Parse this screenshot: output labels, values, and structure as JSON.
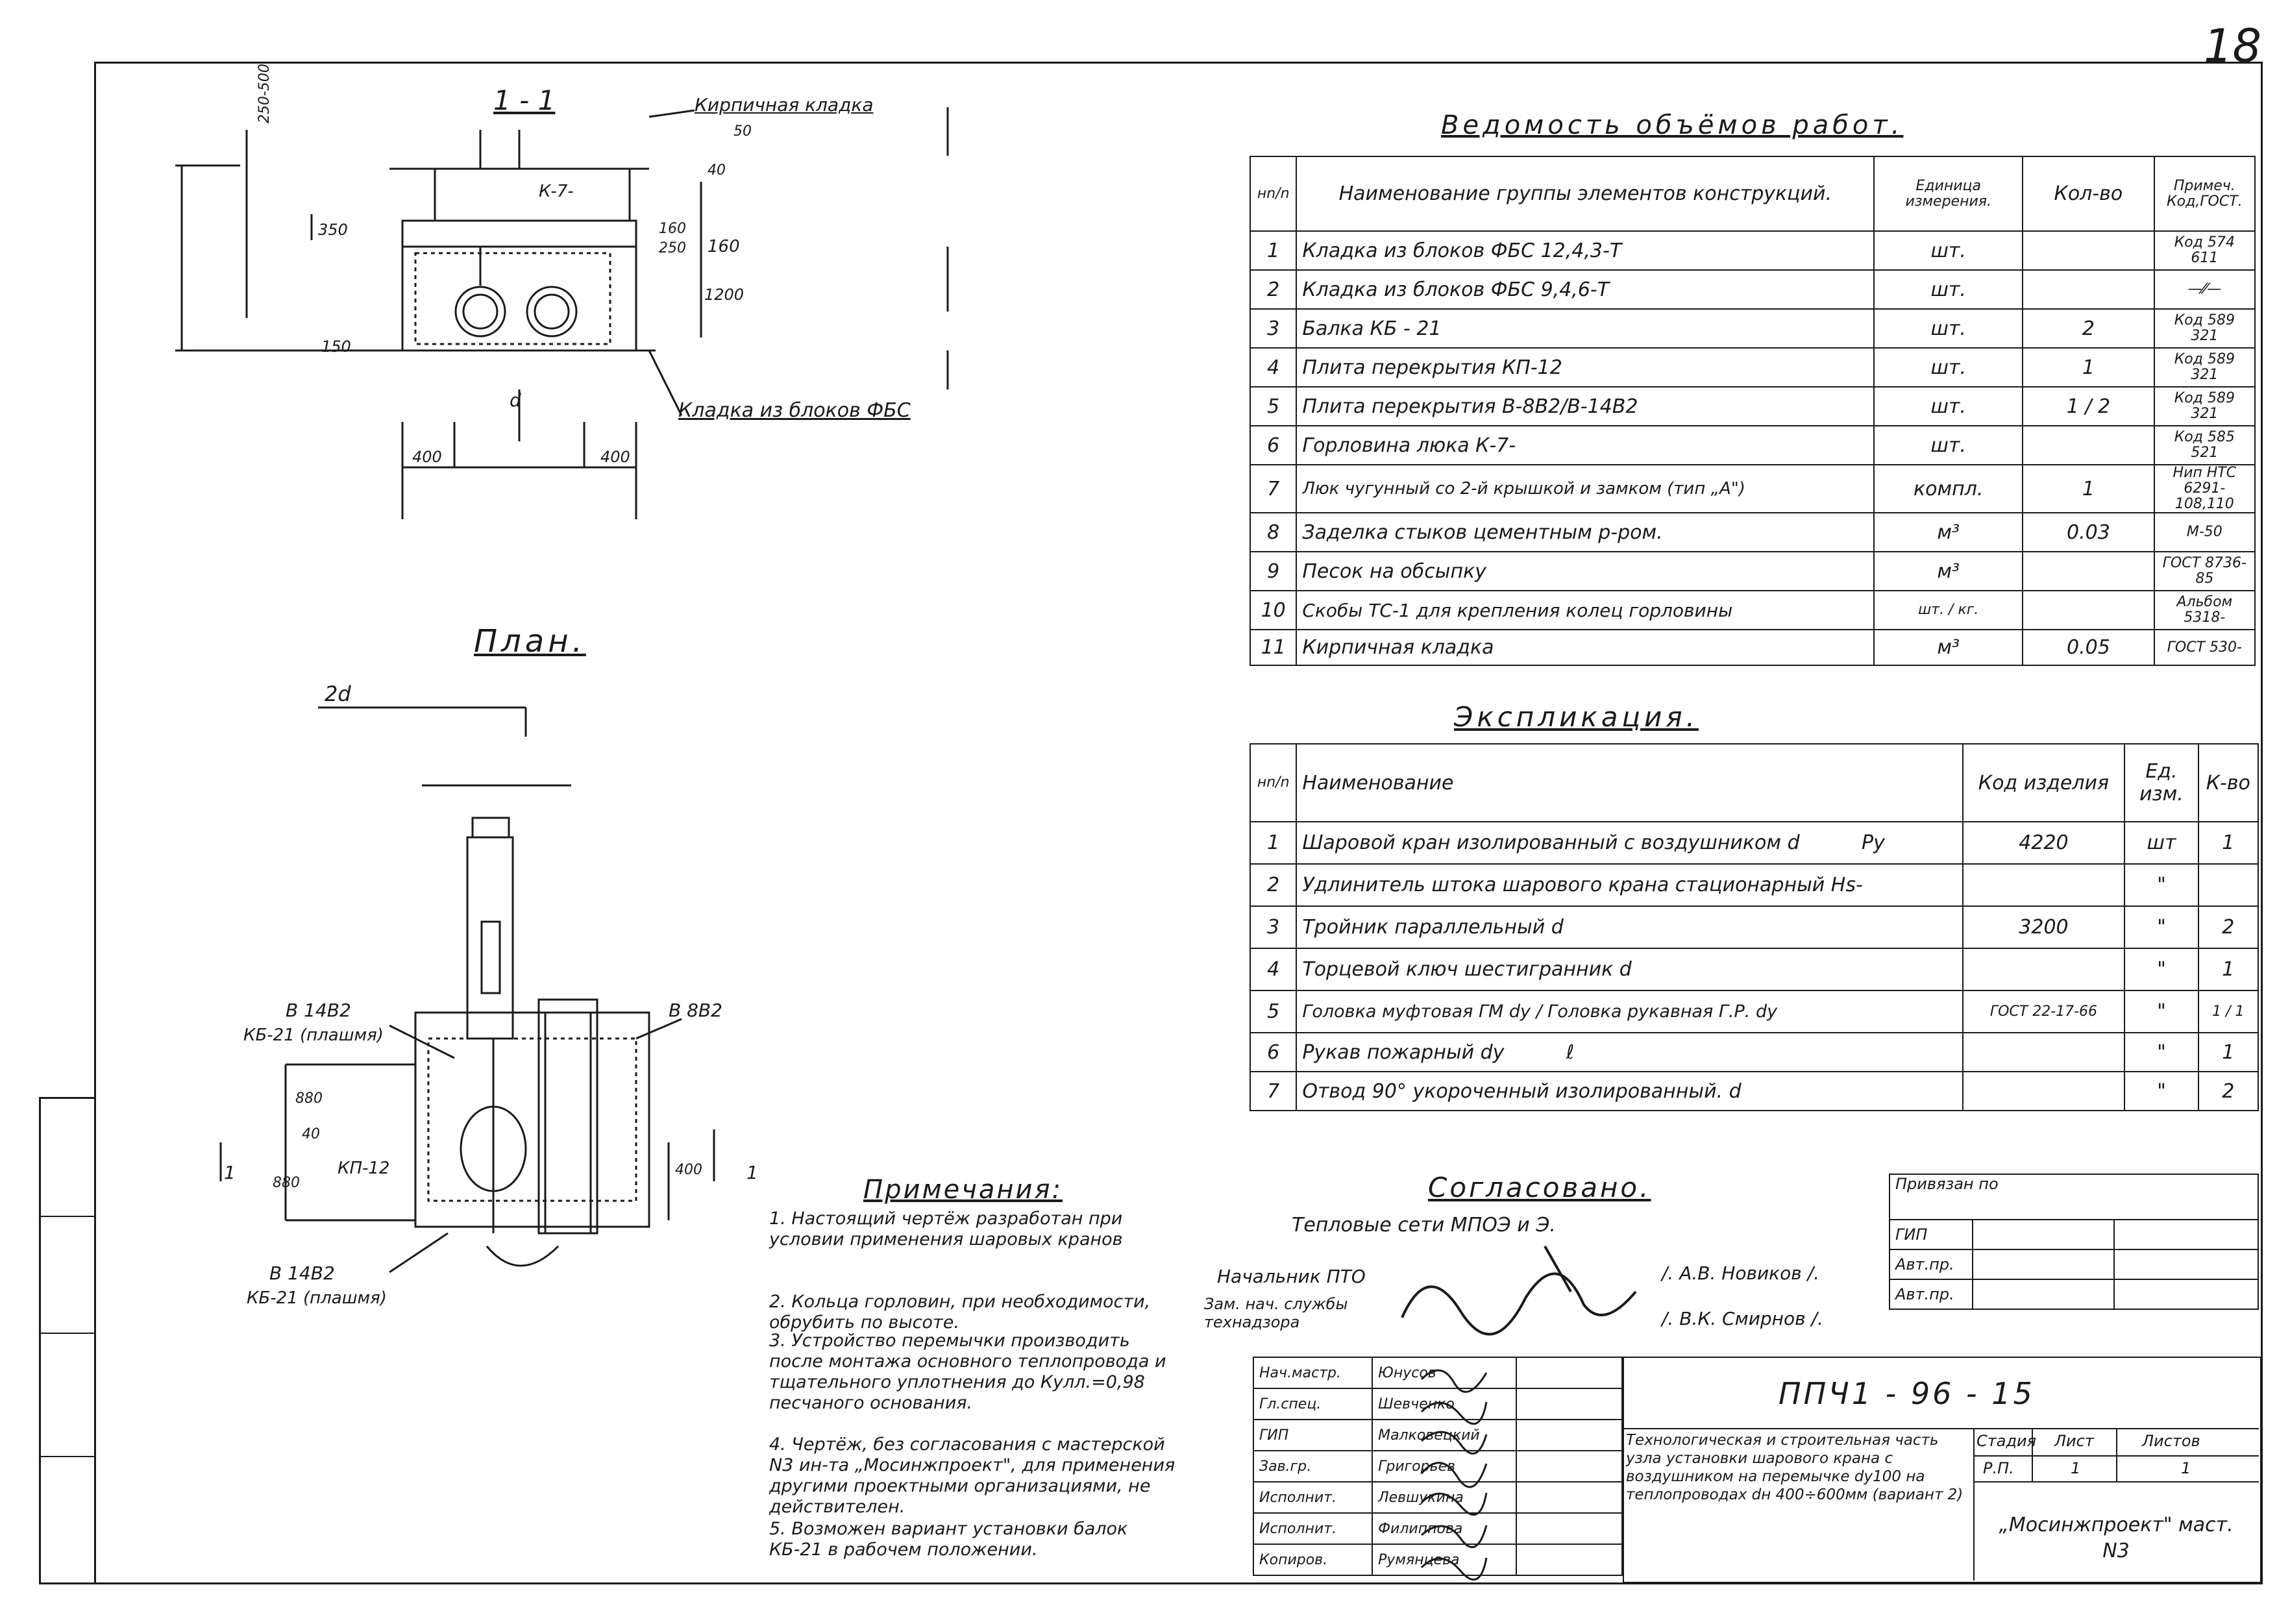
{
  "page_number": "18",
  "section_1_1": {
    "title": "1 - 1",
    "label_brick": "Кирпичная кладка",
    "label_fbs": "Кладка из блоков ФБС",
    "label_k7": "К-7-",
    "dims": [
      "250-500",
      "350",
      "150",
      "400",
      "400",
      "d",
      "160",
      "250",
      "160",
      "1200",
      "40",
      "50"
    ]
  },
  "plan": {
    "title": "План.",
    "label_2d": "2d",
    "label_b14b2_top": "В 14В2",
    "label_kb21_top": "КБ-21 (плашмя)",
    "label_b8b2": "В 8В2",
    "label_kp12": "КП-12",
    "label_b14b2_bottom": "В 14В2",
    "label_kb21_bottom": "КБ-21 (плашмя)",
    "dims": [
      "880",
      "40",
      "880",
      "400"
    ],
    "cut_marks": [
      "1",
      "1"
    ]
  },
  "works": {
    "title": "Ведомость объёмов работ.",
    "headers": [
      "нn/n",
      "Наименование группы элементов конструкций.",
      "Единица измерения.",
      "Кол-во",
      "Примеч. Код,ГОСТ."
    ],
    "rows": [
      {
        "n": "1",
        "name": "Кладка из блоков ФБС 12,4,3-Т",
        "unit": "шт.",
        "qty": "",
        "note": "Код 574 611"
      },
      {
        "n": "2",
        "name": "Кладка из блоков ФБС 9,4,6-Т",
        "unit": "шт.",
        "qty": "",
        "note": "—⁄⁄—"
      },
      {
        "n": "3",
        "name": "Балка КБ - 21",
        "unit": "шт.",
        "qty": "2",
        "note": "Код 589 321"
      },
      {
        "n": "4",
        "name": "Плита перекрытия КП-12",
        "unit": "шт.",
        "qty": "1",
        "note": "Код 589 321"
      },
      {
        "n": "5",
        "name": "Плита перекрытия В-8В2/В-14В2",
        "unit": "шт.",
        "qty": "1 / 2",
        "note": "Код 589 321"
      },
      {
        "n": "6",
        "name": "Горловина люка К-7-",
        "unit": "шт.",
        "qty": "",
        "note": "Код 585 521"
      },
      {
        "n": "7",
        "name": "Люк чугунный со 2-й крышкой и замком (тип „А\")",
        "unit": "компл.",
        "qty": "1",
        "note": "Нип НТС 6291-108,110"
      },
      {
        "n": "8",
        "name": "Заделка стыков цементным р-ром.",
        "unit": "м³",
        "qty": "0.03",
        "note": "М-50"
      },
      {
        "n": "9",
        "name": "Песок на обсыпку",
        "unit": "м³",
        "qty": "",
        "note": "ГОСТ 8736-85"
      },
      {
        "n": "10",
        "name": "Скобы ТС-1 для крепления колец горловины",
        "unit": "шт. / кг.",
        "qty": "",
        "note": "Альбом 5318-"
      },
      {
        "n": "11",
        "name": "Кирпичная кладка",
        "unit": "м³",
        "qty": "0.05",
        "note": "ГОСТ 530-"
      }
    ]
  },
  "explication": {
    "title": "Экспликация.",
    "headers": [
      "нn/n",
      "Наименование",
      "Код изделия",
      "Ед. изм.",
      "К-во"
    ],
    "rows": [
      {
        "n": "1",
        "name": "Шаровой кран изолированный с воздушником d          Ру",
        "code": "4220",
        "unit": "шт",
        "qty": "1"
      },
      {
        "n": "2",
        "name": "Удлинитель штока шарового крана стационарный Нs-",
        "code": "",
        "unit": "\"",
        "qty": ""
      },
      {
        "n": "3",
        "name": "Тройник параллельный d",
        "code": "3200",
        "unit": "\"",
        "qty": "2"
      },
      {
        "n": "4",
        "name": "Торцевой ключ шестигранник d",
        "code": "",
        "unit": "\"",
        "qty": "1"
      },
      {
        "n": "5",
        "name": "Головка муфтовая ГМ dу / Головка рукавная Г.Р. dу",
        "code": "ГОСТ 22-17-66",
        "unit": "\"",
        "qty": "1 / 1"
      },
      {
        "n": "6",
        "name": "Рукав пожарный dу          ℓ",
        "code": "",
        "unit": "\"",
        "qty": "1"
      },
      {
        "n": "7",
        "name": "Отвод 90° укороченный изолированный. d",
        "code": "",
        "unit": "\"",
        "qty": "2"
      }
    ]
  },
  "notes": {
    "title": "Примечания:",
    "items": [
      "1. Настоящий чертёж разработан при условии применения шаровых кранов",
      "2. Кольца горловин, при необходимости, обрубить по высоте.",
      "3. Устройство перемычки производить после монтажа основного теплопровода и тщательного уплотнения до Кулл.=0,98 песчаного основания.",
      "4. Чертёж, без согласования с мастерской N3 ин-та „Мосинжпроект\", для применения другими проектными организациями, не действителен.",
      "5. Возможен вариант установки балок КБ-21 в рабочем положении."
    ]
  },
  "approval": {
    "title": "Согласовано.",
    "org": "Тепловые сети МПОЭ и Э.",
    "role1": "Начальник ПТО",
    "name1": "/. А.В. Новиков /.",
    "role2": "Зам. нач. службы технадзора",
    "name2": "/. В.К. Смирнов /."
  },
  "binding": {
    "title": "Привязан по",
    "rows": [
      "ГИП",
      "Авт.пр.",
      "Авт.пр."
    ]
  },
  "title_block": {
    "staff": [
      {
        "role": "Нач.мастр.",
        "name": "Юнусов"
      },
      {
        "role": "Гл.спец.",
        "name": "Шевченко"
      },
      {
        "role": "ГИП",
        "name": "Малковецкий"
      },
      {
        "role": "Зав.гр.",
        "name": "Григорьев"
      },
      {
        "role": "Исполнит.",
        "name": "Левшукина"
      },
      {
        "role": "Исполнит.",
        "name": "Филиппова"
      },
      {
        "role": "Копиров.",
        "name": "Румянцева"
      }
    ],
    "code": "ППЧ1 - 96 - 15",
    "description": "Технологическая и строительная часть узла установки шарового крана с воздушником на перемычке dу100 на теплопроводах dн 400÷600мм (вариант 2)",
    "stage_label": "Стадия",
    "sheet_label": "Лист",
    "sheets_label": "Листов",
    "stage": "Р.П.",
    "sheet": "1",
    "sheets": "1",
    "org": "„Мосинжпроект\" маст. N3"
  }
}
